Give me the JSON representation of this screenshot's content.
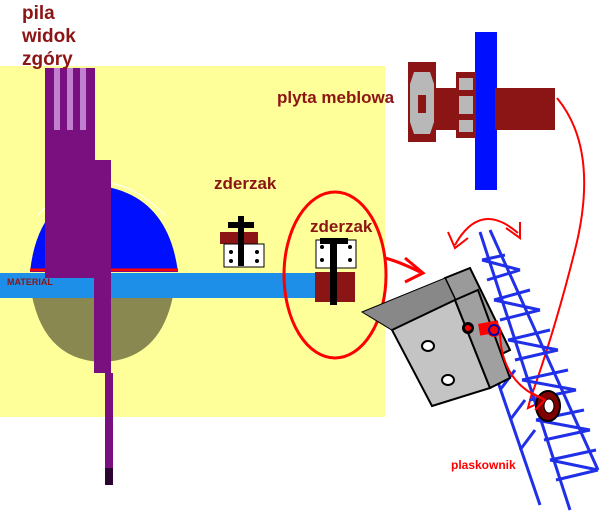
{
  "labels": {
    "title_line1": "pila widok",
    "title_line2": "zgóry",
    "plyta": "plyta meblowa",
    "zderzak_1": "zderzak",
    "zderzak_2": "zderzak",
    "material": "MATERIAL",
    "plaskownik": "plaskownik"
  },
  "colors": {
    "background": "#ffffff",
    "board": "#ffff9a",
    "blade_top": "#0010ff",
    "blade_bottom": "#888850",
    "saw_arm": "#7a0f80",
    "material": "#1e8fe8",
    "dark_red": "#8b1414",
    "red": "#ff0000",
    "blue_line": "#2030e8",
    "grey": "#b8b8b8",
    "gray_dark": "#808080",
    "black": "#000000"
  }
}
